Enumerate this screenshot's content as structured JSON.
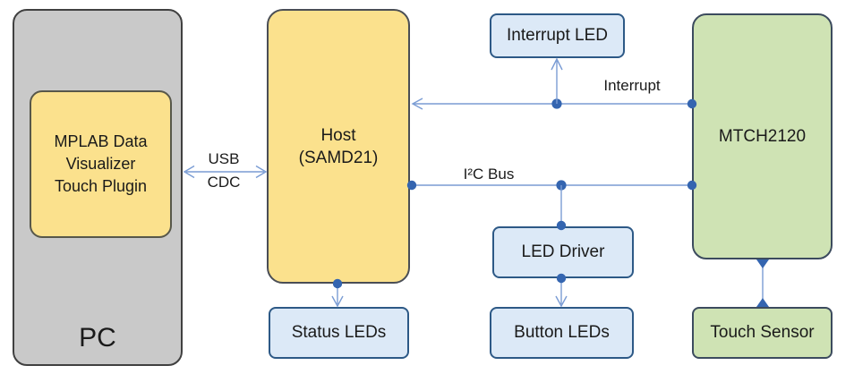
{
  "colors": {
    "box-gray": "#C9C9C9",
    "box-yellow": "#FBE18D",
    "box-blue": "#DCE9F7",
    "box-green": "#CFE3B4",
    "border-dark": "#404040",
    "border-blue": "#2D5986",
    "border-slate": "#3C4B5E",
    "wire": "#7A9CD4",
    "dot": "#3465B0",
    "text": "#1A1A1A"
  },
  "boxes": {
    "pc": {
      "label": "PC"
    },
    "mplab_plugin": {
      "lines": [
        "MPLAB Data",
        "Visualizer",
        "Touch Plugin"
      ]
    },
    "host": {
      "lines": [
        "Host",
        "(SAMD21)"
      ]
    },
    "interrupt_led": {
      "label": "Interrupt LED"
    },
    "mtch2120": {
      "label": "MTCH2120"
    },
    "status_leds": {
      "label": "Status LEDs"
    },
    "led_driver": {
      "label": "LED Driver"
    },
    "button_leds": {
      "label": "Button LEDs"
    },
    "touch_sensor": {
      "label": "Touch Sensor"
    }
  },
  "connector_labels": {
    "usb_line1": "USB",
    "usb_line2": "CDC",
    "interrupt": "Interrupt",
    "i2c_bus": "I²C Bus"
  }
}
